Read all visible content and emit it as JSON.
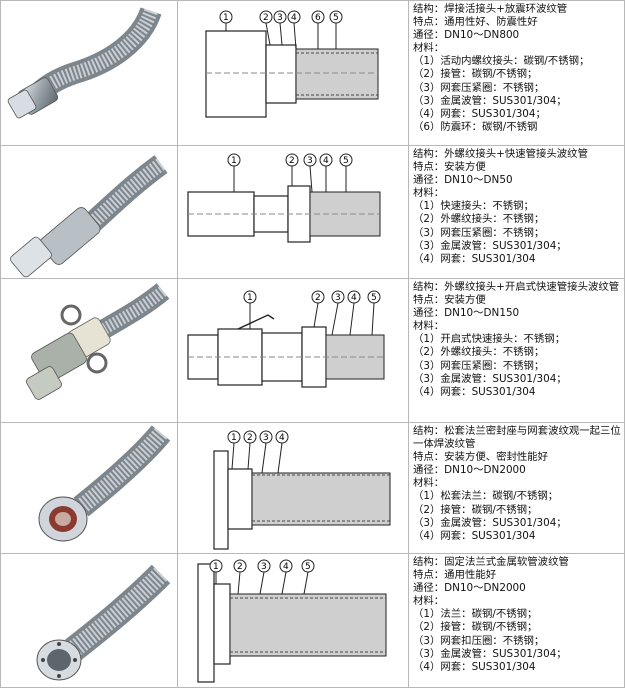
{
  "rows": [
    {
      "structure": "结构：焊接活接头+放震环波纹管",
      "feature": "特点：通用性好、防震性好",
      "diameter": "通径：DN10～DN800",
      "material_title": "材料：",
      "materials": [
        "（1）活动内螺纹接头：碳钢/不锈钢；",
        "（2）接管：碳钢/不锈钢；",
        "（3）网套压紧圈：不锈钢；",
        "（3）金属波管：SUS301/304；",
        "（4）网套：SUS301/304；",
        "（6）防震环：碳钢/不锈钢"
      ],
      "callouts": [
        "1",
        "2",
        "3",
        "4",
        "6",
        "5"
      ]
    },
    {
      "structure": "结构：外螺纹接头+快速管接头波纹管",
      "feature": "特点：安装方便",
      "diameter": "通径：DN10～DN50",
      "material_title": "材料：",
      "materials": [
        "（1）快速接头：不锈钢；",
        "（2）外螺纹接头：不锈钢；",
        "（3）网套压紧圈：不锈钢；",
        "（3）金属波管：SUS301/304；",
        "（4）网套：SUS301/304"
      ],
      "callouts": [
        "1",
        "2",
        "3",
        "4",
        "5"
      ]
    },
    {
      "structure": "结构：外螺纹接头+开启式快速管接头波纹管",
      "feature": "特点：安装方便",
      "diameter": "通径：DN10～DN150",
      "material_title": "材料：",
      "materials": [
        "（1）开启式快速接头：不锈钢；",
        "（2）外螺纹接头：不锈钢；",
        "（3）网套压紧圈：不锈钢；",
        "（3）金属波管：SUS301/304；",
        "（4）网套：SUS301/304"
      ],
      "callouts": [
        "1",
        "2",
        "3",
        "4",
        "5"
      ]
    },
    {
      "structure": "结构：松套法兰密封座与网套波纹观一起三位一体焊波纹管",
      "feature": "特点：安装方便、密封性能好",
      "diameter": "通径：DN10～DN2000",
      "material_title": "材料：",
      "materials": [
        "（1）松套法兰：碳钢/不锈钢；",
        "（2）接管：碳钢/不锈钢；",
        "（3）金属波管：SUS301/304；",
        "（4）网套：SUS301/304"
      ],
      "callouts": [
        "1",
        "2",
        "3",
        "4"
      ]
    },
    {
      "structure": "结构：固定法兰式金属软管波纹管",
      "feature": "特点：通用性能好",
      "diameter": "通径：DN10～DN2000",
      "material_title": "材料：",
      "materials": [
        "（1）法兰：碳钢/不锈钢；",
        "（2）接管：碳钢/不锈钢；",
        "（3）网套扣压圈：不锈钢；",
        "（3）金属波管：SUS301/304；",
        "（4）网套：SUS301/304"
      ],
      "callouts": [
        "1",
        "2",
        "3",
        "4",
        "5"
      ]
    }
  ]
}
